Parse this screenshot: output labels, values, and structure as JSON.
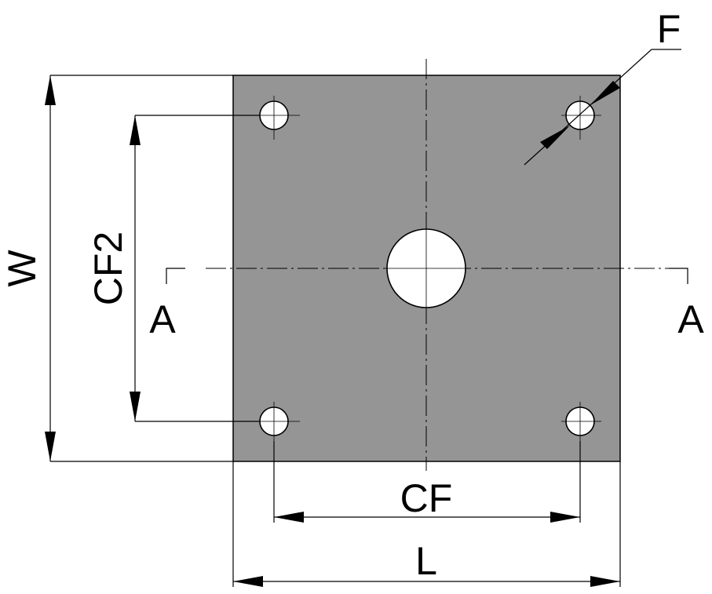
{
  "labels": {
    "width": "W",
    "hole_spacing_vertical": "CF2",
    "hole_spacing_horizontal": "CF",
    "length": "L",
    "hole_diameter": "F",
    "section_left": "A",
    "section_right": "A"
  },
  "colors": {
    "plate_fill": "#959595",
    "line": "#000000",
    "hole_fill": "#ffffff"
  }
}
